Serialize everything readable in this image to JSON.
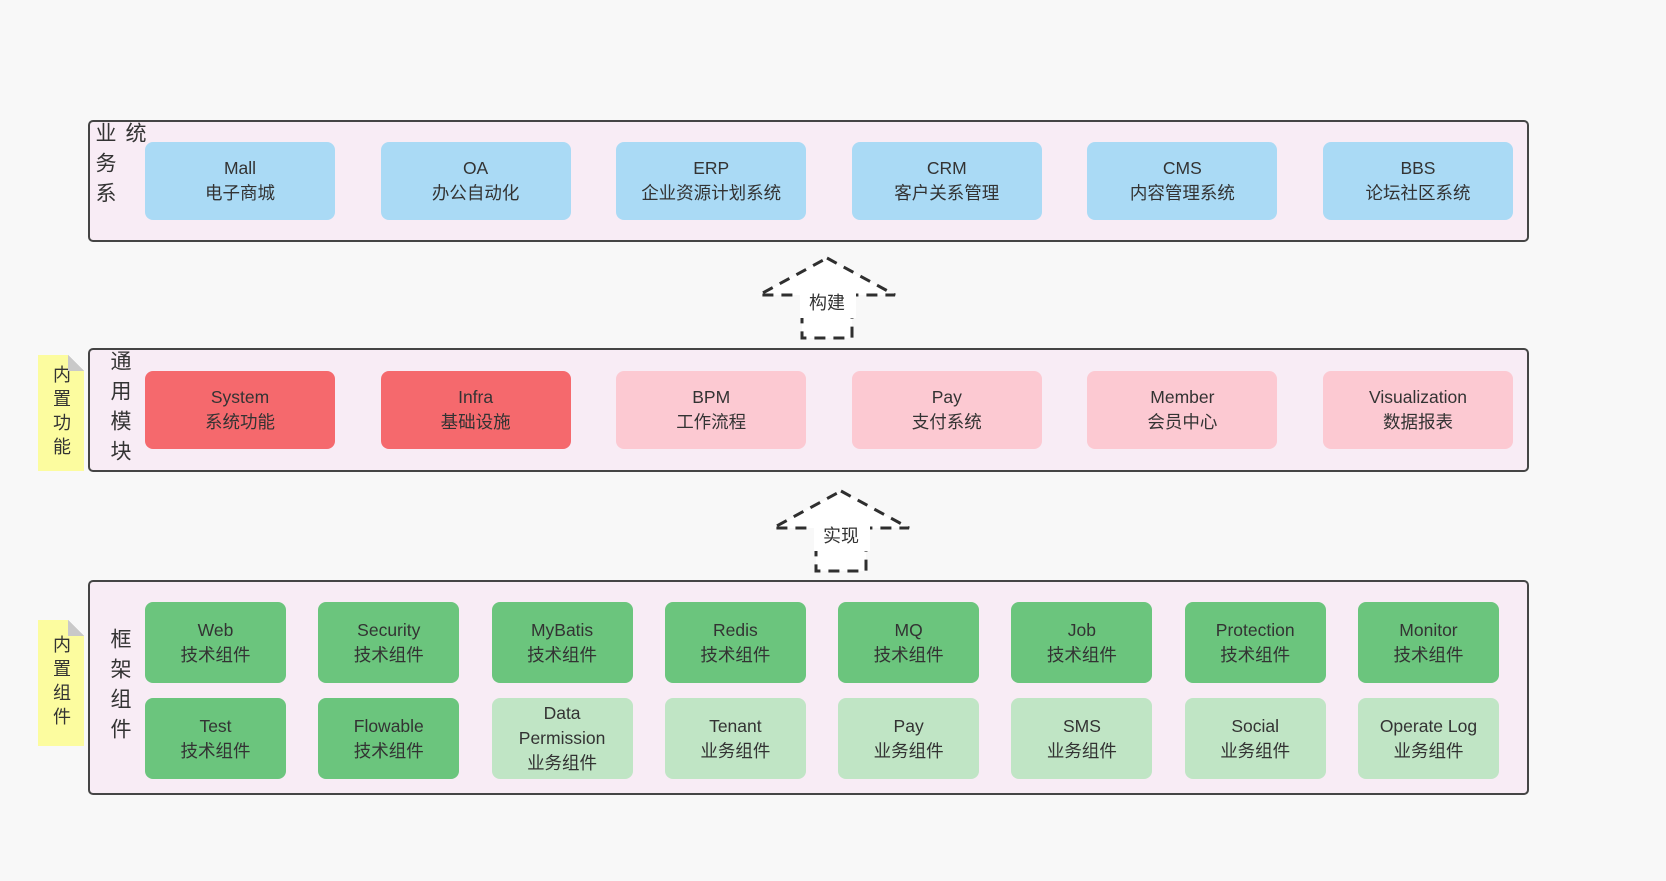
{
  "page": {
    "bg": "#f8f8f8"
  },
  "colors": {
    "page_bg": "#f8f8f8",
    "container_bg": "#f8ecf5",
    "container_border": "#454545",
    "blue": "#aadaf5",
    "red": "#f5696d",
    "pink": "#fcc9d2",
    "green": "#6bc57d",
    "light_green": "#c0e5c5",
    "note_yellow": "#fcfc9f",
    "note_fold": "#c9c9c9",
    "text": "#333333"
  },
  "arrows": [
    {
      "label": "构建"
    },
    {
      "label": "实现"
    }
  ],
  "layers": {
    "business": {
      "label": "业务系统",
      "boxes": [
        {
          "title": "Mall",
          "subtitle": "电子商城"
        },
        {
          "title": "OA",
          "subtitle": "办公自动化"
        },
        {
          "title": "ERP",
          "subtitle": "企业资源计划系统"
        },
        {
          "title": "CRM",
          "subtitle": "客户关系管理"
        },
        {
          "title": "CMS",
          "subtitle": "内容管理系统"
        },
        {
          "title": "BBS",
          "subtitle": "论坛社区系统"
        }
      ]
    },
    "modules": {
      "label": "通用模块",
      "note": "内置功能",
      "boxes": [
        {
          "title": "System",
          "subtitle": "系统功能",
          "variant": "red"
        },
        {
          "title": "Infra",
          "subtitle": "基础设施",
          "variant": "red"
        },
        {
          "title": "BPM",
          "subtitle": "工作流程",
          "variant": "pink"
        },
        {
          "title": "Pay",
          "subtitle": "支付系统",
          "variant": "pink"
        },
        {
          "title": "Member",
          "subtitle": "会员中心",
          "variant": "pink"
        },
        {
          "title": "Visualization",
          "subtitle": "数据报表",
          "variant": "pink"
        }
      ]
    },
    "framework": {
      "label": "框架组件",
      "note": "内置组件",
      "row1": [
        {
          "title": "Web",
          "subtitle": "技术组件"
        },
        {
          "title": "Security",
          "subtitle": "技术组件"
        },
        {
          "title": "MyBatis",
          "subtitle": "技术组件"
        },
        {
          "title": "Redis",
          "subtitle": "技术组件"
        },
        {
          "title": "MQ",
          "subtitle": "技术组件"
        },
        {
          "title": "Job",
          "subtitle": "技术组件"
        },
        {
          "title": "Protection",
          "subtitle": "技术组件"
        },
        {
          "title": "Monitor",
          "subtitle": "技术组件"
        }
      ],
      "row2": [
        {
          "title": "Test",
          "subtitle": "技术组件",
          "variant": "green"
        },
        {
          "title": "Flowable",
          "subtitle": "技术组件",
          "variant": "green"
        },
        {
          "title": "Data Permission",
          "subtitle": "业务组件",
          "variant": "light-green"
        },
        {
          "title": "Tenant",
          "subtitle": "业务组件",
          "variant": "light-green"
        },
        {
          "title": "Pay",
          "subtitle": "业务组件",
          "variant": "light-green"
        },
        {
          "title": "SMS",
          "subtitle": "业务组件",
          "variant": "light-green"
        },
        {
          "title": "Social",
          "subtitle": "业务组件",
          "variant": "light-green"
        },
        {
          "title": "Operate Log",
          "subtitle": "业务组件",
          "variant": "light-green"
        }
      ]
    }
  }
}
